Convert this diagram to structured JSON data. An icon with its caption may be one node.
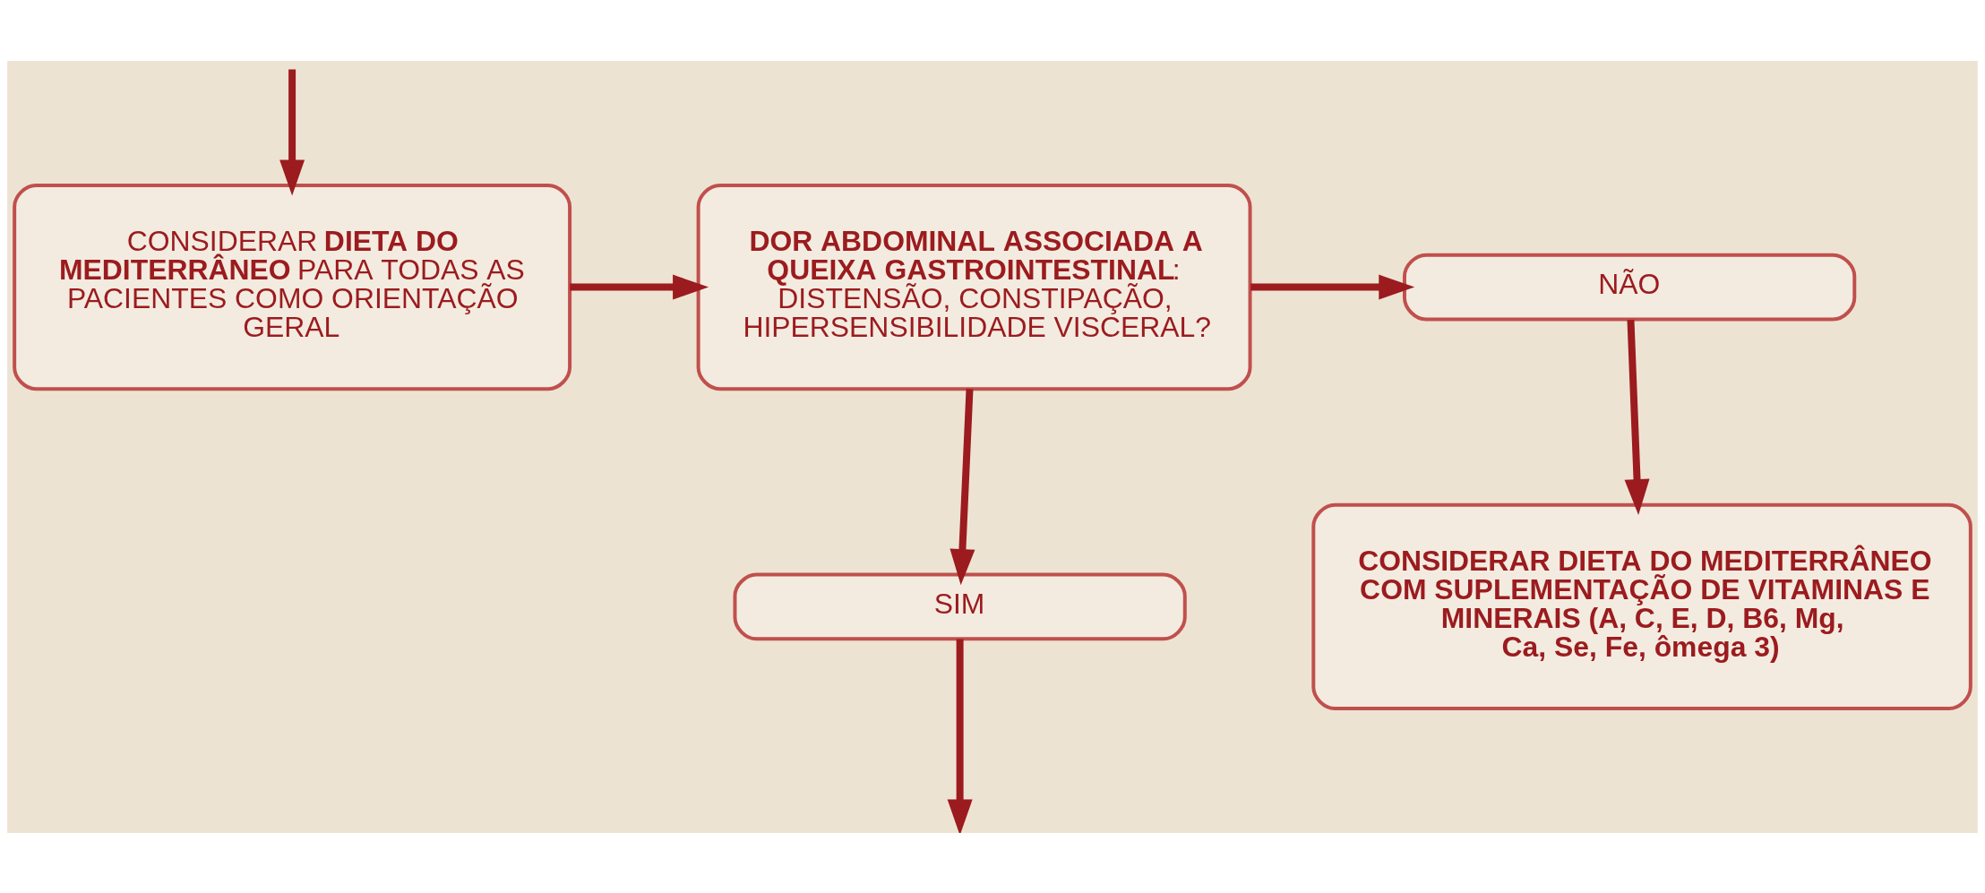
{
  "diagram": {
    "nodes": [
      {
        "text": [
          "CONSIDERAR **DIETA DO MEDITERRÂNEO** PARA TODAS AS PACIENTES COMO ORIENTAÇÃO GERAL"
        ]
      },
      {
        "text": [
          "**DOR ABDOMINAL ASSOCIADA A QUEIXA GASTROINTESTINAL**: DISTENSÃO, CONSTIPAÇÃO, HIPERSENSIBILIDADE VISCERAL?"
        ]
      },
      {
        "text": [
          "NÃO"
        ]
      },
      {
        "text": [
          "CONSIDERAR DIETA DO MEDITERRÂNEO COM SUPLEMENTAÇÃO DE VITAMINAS E MINERAIS (A, C, E, D, B6, Mg, Ca, Se, Fe, ômega 3)"
        ]
      },
      {
        "text": [
          "SIM"
        ]
      }
    ],
    "edges": [
      {
        "from": null,
        "to": 0,
        "arrow": "to"
      },
      {
        "from": 0,
        "to": 1,
        "arrow": "to"
      },
      {
        "from": 1,
        "to": 2,
        "arrow": "to"
      },
      {
        "from": 2,
        "to": 3,
        "arrow": "to"
      },
      {
        "from": 1,
        "to": 4,
        "arrow": "to"
      },
      {
        "from": 4,
        "to": null,
        "arrow": "to"
      }
    ]
  }
}
